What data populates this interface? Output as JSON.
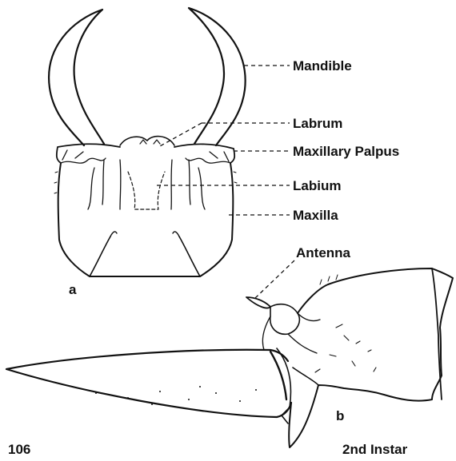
{
  "labels": {
    "mandible": "Mandible",
    "labrum": "Labrum",
    "maxillary_palpus": "Maxillary Palpus",
    "labium": "Labium",
    "maxilla": "Maxilla",
    "antenna": "Antenna",
    "view_a": "a",
    "view_b": "b",
    "plate_number": "106",
    "stage": "2nd Instar"
  },
  "colors": {
    "ink": "#111111",
    "paper": "#ffffff"
  }
}
